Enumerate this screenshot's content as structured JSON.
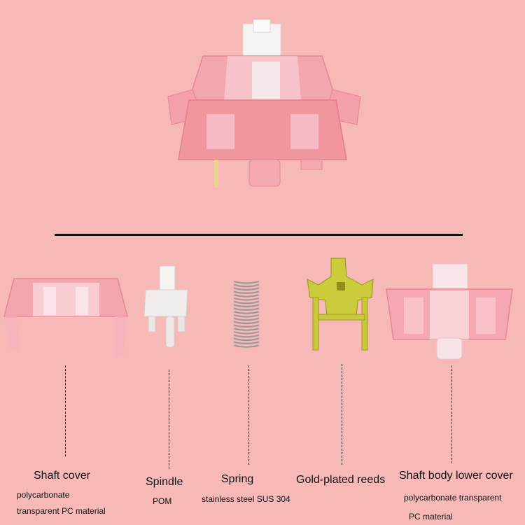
{
  "colors": {
    "background": "#F7B8B8",
    "housing_pink": "#F29CA6",
    "stem_white": "#F4F0EF",
    "gold": "#C9C93A",
    "divider": "#111111"
  },
  "parts": [
    {
      "name": "Shaft cover",
      "desc": [
        "polycarbonate",
        "transparent PC material"
      ]
    },
    {
      "name": "Spindle",
      "desc": [
        "POM"
      ]
    },
    {
      "name": "Spring",
      "desc": [
        "stainless steel SUS 304"
      ]
    },
    {
      "name": "Gold-plated reeds",
      "desc": []
    },
    {
      "name": "Shaft body lower cover",
      "desc": [
        "polycarbonate transparent",
        "PC material"
      ]
    }
  ]
}
